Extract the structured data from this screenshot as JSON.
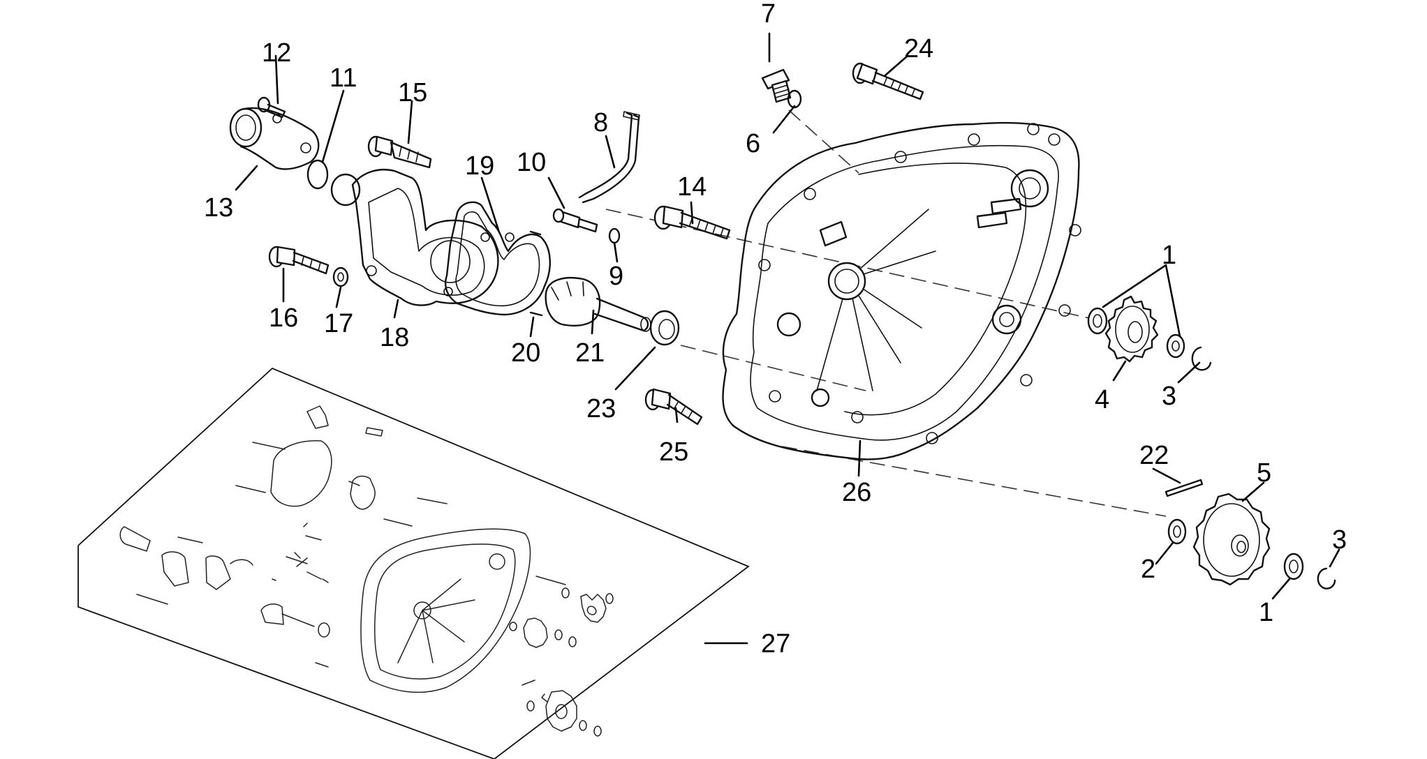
{
  "diagram": {
    "callouts": {
      "c1a": "1",
      "c1b": "1",
      "c2": "2",
      "c3a": "3",
      "c3b": "3",
      "c4": "4",
      "c5": "5",
      "c6": "6",
      "c7": "7",
      "c8": "8",
      "c9": "9",
      "c10": "10",
      "c11": "11",
      "c12": "12",
      "c13": "13",
      "c14": "14",
      "c15": "15",
      "c16": "16",
      "c17": "17",
      "c18": "18",
      "c19": "19",
      "c20": "20",
      "c21": "21",
      "c22": "22",
      "c23": "23",
      "c24": "24",
      "c25": "25",
      "c26": "26",
      "c27": "27"
    }
  }
}
